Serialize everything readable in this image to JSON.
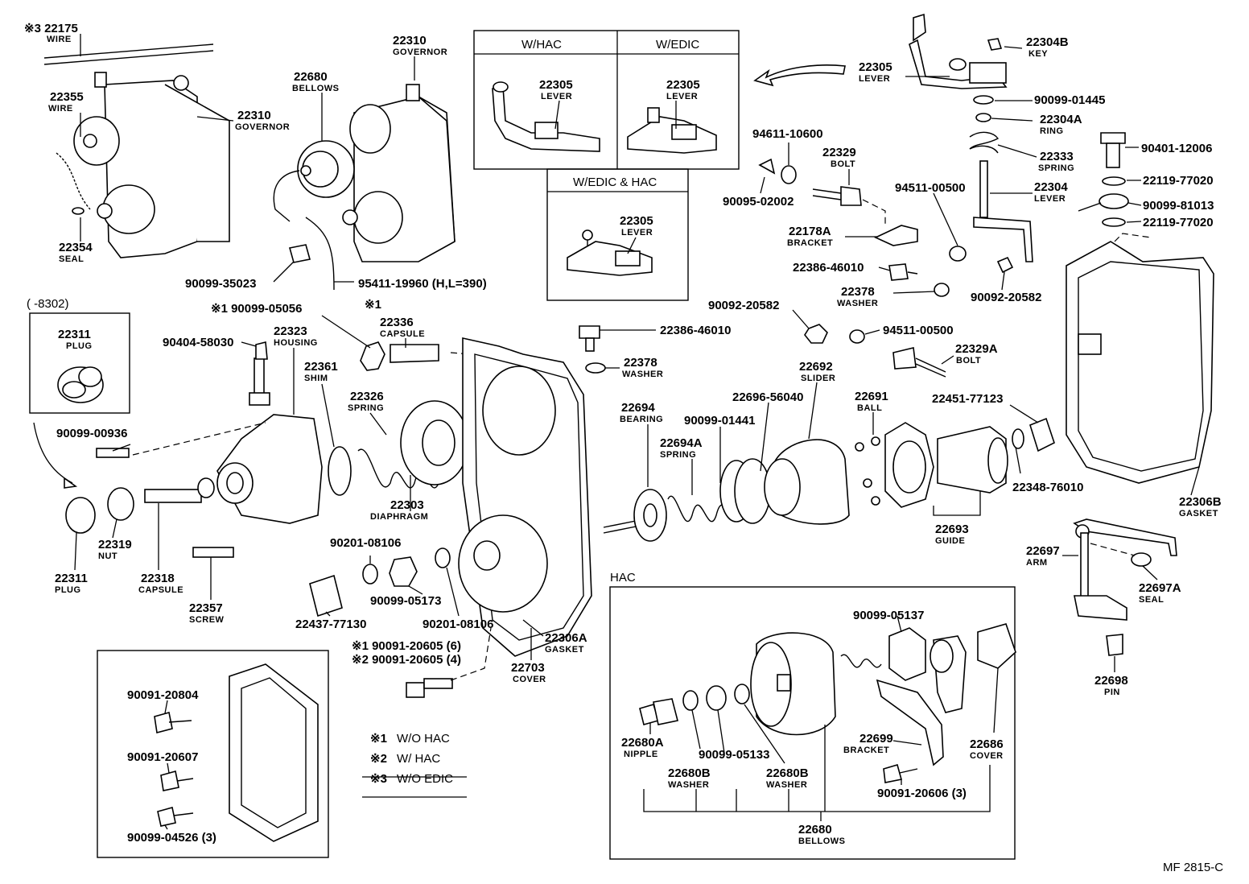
{
  "callouts": [
    {
      "id": "c01",
      "num": "※3 22175",
      "name": "WIRE"
    },
    {
      "id": "c02",
      "num": "22355",
      "name": "WIRE"
    },
    {
      "id": "c03",
      "num": "22310",
      "name": "GOVERNOR"
    },
    {
      "id": "c04",
      "num": "22354",
      "name": "SEAL"
    },
    {
      "id": "c05",
      "num": "22310",
      "name": "GOVERNOR"
    },
    {
      "id": "c06",
      "num": "22680",
      "name": "BELLOWS"
    },
    {
      "id": "c07",
      "num": "90099-35023",
      "name": ""
    },
    {
      "id": "c08",
      "num": "95411-19960 (H,L=390)",
      "name": ""
    },
    {
      "id": "c09",
      "num": "22305",
      "name": "LEVER"
    },
    {
      "id": "c10",
      "num": "22305",
      "name": "LEVER"
    },
    {
      "id": "c11",
      "num": "22305",
      "name": "LEVER"
    },
    {
      "id": "c12",
      "num": "22304B",
      "name": "KEY"
    },
    {
      "id": "c13",
      "num": "22305",
      "name": "LEVER"
    },
    {
      "id": "c14",
      "num": "90099-01445",
      "name": ""
    },
    {
      "id": "c15",
      "num": "22304A",
      "name": "RING"
    },
    {
      "id": "c16",
      "num": "22333",
      "name": "SPRING"
    },
    {
      "id": "c17",
      "num": "22304",
      "name": "LEVER"
    },
    {
      "id": "c18",
      "num": "94611-10600",
      "name": ""
    },
    {
      "id": "c19",
      "num": "22329",
      "name": "BOLT"
    },
    {
      "id": "c20",
      "num": "90095-02002",
      "name": ""
    },
    {
      "id": "c21",
      "num": "94511-00500",
      "name": ""
    },
    {
      "id": "c22",
      "num": "22178A",
      "name": "BRACKET"
    },
    {
      "id": "c23",
      "num": "22386-46010",
      "name": ""
    },
    {
      "id": "c24",
      "num": "22378",
      "name": "WASHER"
    },
    {
      "id": "c25",
      "num": "90092-20582",
      "name": ""
    },
    {
      "id": "c26",
      "num": "90401-12006",
      "name": ""
    },
    {
      "id": "c27",
      "num": "22119-77020",
      "name": ""
    },
    {
      "id": "c28",
      "num": "90099-81013",
      "name": ""
    },
    {
      "id": "c29",
      "num": "22119-77020",
      "name": ""
    },
    {
      "id": "c30",
      "num": "22311",
      "name": "PLUG"
    },
    {
      "id": "c31",
      "num": "※1 90099-05056",
      "name": ""
    },
    {
      "id": "c32",
      "num": "22336",
      "name": "CAPSULE"
    },
    {
      "id": "c33",
      "num": "90404-58030",
      "name": ""
    },
    {
      "id": "c34",
      "num": "22323",
      "name": "HOUSING"
    },
    {
      "id": "c35",
      "num": "22361",
      "name": "SHIM"
    },
    {
      "id": "c36",
      "num": "22326",
      "name": "SPRING"
    },
    {
      "id": "c37",
      "num": "22386-46010",
      "name": ""
    },
    {
      "id": "c38",
      "num": "22378",
      "name": "WASHER"
    },
    {
      "id": "c39",
      "num": "90092-20582",
      "name": ""
    },
    {
      "id": "c40",
      "num": "94511-00500",
      "name": ""
    },
    {
      "id": "c41",
      "num": "22329A",
      "name": "BOLT"
    },
    {
      "id": "c42",
      "num": "22692",
      "name": "SLIDER"
    },
    {
      "id": "c43",
      "num": "22696-56040",
      "name": ""
    },
    {
      "id": "c44",
      "num": "22691",
      "name": "BALL"
    },
    {
      "id": "c45",
      "num": "22451-77123",
      "name": ""
    },
    {
      "id": "c46",
      "num": "90099-00936",
      "name": ""
    },
    {
      "id": "c47",
      "num": "22694",
      "name": "BEARING"
    },
    {
      "id": "c48",
      "num": "90099-01441",
      "name": ""
    },
    {
      "id": "c49",
      "num": "22694A",
      "name": "SPRING"
    },
    {
      "id": "c50",
      "num": "22348-76010",
      "name": ""
    },
    {
      "id": "c51",
      "num": "22306B",
      "name": "GASKET"
    },
    {
      "id": "c52",
      "num": "22303",
      "name": "DIAPHRAGM"
    },
    {
      "id": "c53",
      "num": "22693",
      "name": "GUIDE"
    },
    {
      "id": "c54",
      "num": "22319",
      "name": "NUT"
    },
    {
      "id": "c55",
      "num": "22311",
      "name": "PLUG"
    },
    {
      "id": "c56",
      "num": "22318",
      "name": "CAPSULE"
    },
    {
      "id": "c57",
      "num": "22357",
      "name": "SCREW"
    },
    {
      "id": "c58",
      "num": "90201-08106",
      "name": ""
    },
    {
      "id": "c59",
      "num": "90099-05173",
      "name": ""
    },
    {
      "id": "c60",
      "num": "22437-77130",
      "name": ""
    },
    {
      "id": "c61",
      "num": "90201-08106",
      "name": ""
    },
    {
      "id": "c62",
      "num": "22306A",
      "name": "GASKET"
    },
    {
      "id": "c63",
      "num": "22697",
      "name": "ARM"
    },
    {
      "id": "c64",
      "num": "22697A",
      "name": "SEAL"
    },
    {
      "id": "c65",
      "num": "22703",
      "name": "COVER"
    },
    {
      "id": "c66",
      "num": "90099-05137",
      "name": ""
    },
    {
      "id": "c67",
      "num": "22698",
      "name": "PIN"
    },
    {
      "id": "c68",
      "num": "90091-20804",
      "name": ""
    },
    {
      "id": "c69",
      "num": "90091-20607",
      "name": ""
    },
    {
      "id": "c70",
      "num": "90099-04526 (3)",
      "name": ""
    },
    {
      "id": "c71",
      "num": "22680A",
      "name": "NIPPLE"
    },
    {
      "id": "c72",
      "num": "22680B",
      "name": "WASHER"
    },
    {
      "id": "c73",
      "num": "90099-05133",
      "name": ""
    },
    {
      "id": "c74",
      "num": "22680B",
      "name": "WASHER"
    },
    {
      "id": "c75",
      "num": "22699",
      "name": "BRACKET"
    },
    {
      "id": "c76",
      "num": "22686",
      "name": "COVER"
    },
    {
      "id": "c77",
      "num": "90091-20606 (3)",
      "name": ""
    },
    {
      "id": "c78",
      "num": "22680",
      "name": "BELLOWS"
    }
  ],
  "fasteners": {
    "f1": "※1 90091-20605 (6)",
    "f2": "※2 90091-20605 (4)"
  },
  "inset_headers": {
    "whac": "W/HAC",
    "wedic": "W/EDIC",
    "wedichac": "W/EDIC & HAC",
    "hac": "HAC"
  },
  "serial_range": "(      -8302)",
  "legend": [
    {
      "mark": "※1",
      "text": "W/O HAC"
    },
    {
      "mark": "※2",
      "text": "W/   HAC"
    },
    {
      "mark": "※3",
      "text": "W/O EDIC"
    }
  ],
  "marks": {
    "star1": "※1"
  },
  "figure_code": "MF 2815-C"
}
